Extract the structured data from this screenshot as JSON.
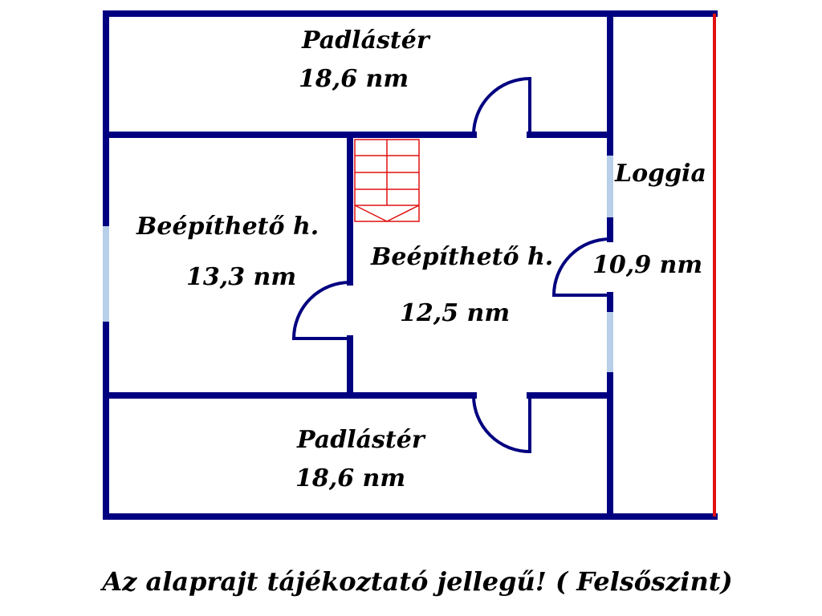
{
  "colors": {
    "wall": "#000080",
    "window": "#b7cfe8",
    "railing": "#e01010",
    "stairs": "#e01010",
    "text": "#000000"
  },
  "rooms": {
    "attic_top": {
      "name": "Padlástér",
      "area": "18,6 nm"
    },
    "left_room": {
      "name": "Beépíthető h.",
      "area": "13,3 nm"
    },
    "center_room": {
      "name": "Beépíthető h.",
      "area": "12,5 nm"
    },
    "loggia": {
      "name": "Loggia",
      "area": "10,9 nm"
    },
    "attic_bottom": {
      "name": "Padlástér",
      "area": "18,6 nm"
    }
  },
  "caption": "Az alaprajt tájékoztató jellegű! ( Felsőszint)"
}
